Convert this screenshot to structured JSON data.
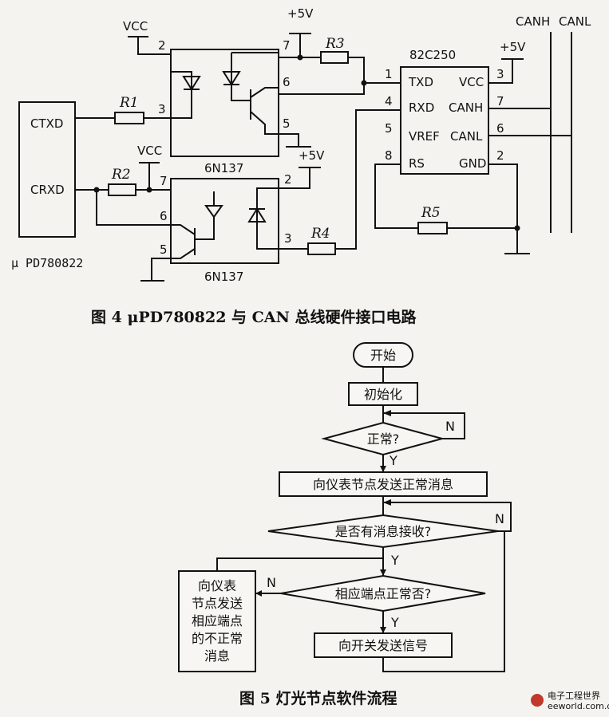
{
  "figure4": {
    "caption": "图 4 μPD780822 与 CAN 总线硬件接口电路",
    "mcu": {
      "name": "μ PD780822",
      "pin_ctxd": "CTXD",
      "pin_crxd": "CRXD"
    },
    "optocoupler_top": {
      "name": "6N137",
      "pin2": "2",
      "pin3": "3",
      "pin5": "5",
      "pin6": "6",
      "pin7": "7"
    },
    "optocoupler_bottom": {
      "name": "6N137",
      "pin2": "2",
      "pin3": "3",
      "pin5": "5",
      "pin6": "6",
      "pin7": "7"
    },
    "transceiver": {
      "name": "82C250",
      "left_pins": [
        {
          "num": "1",
          "label": "TXD"
        },
        {
          "num": "4",
          "label": "RXD"
        },
        {
          "num": "5",
          "label": "VREF"
        },
        {
          "num": "8",
          "label": "RS"
        }
      ],
      "right_pins": [
        {
          "num": "3",
          "label": "VCC"
        },
        {
          "num": "7",
          "label": "CANH"
        },
        {
          "num": "6",
          "label": "CANL"
        },
        {
          "num": "2",
          "label": "GND"
        }
      ]
    },
    "resistors": [
      "R1",
      "R2",
      "R3",
      "R4",
      "R5"
    ],
    "supplies": {
      "vcc1": "VCC",
      "vcc2": "VCC",
      "p5v1": "+5V",
      "p5v2": "+5V",
      "p5v3": "+5V"
    },
    "bus_lines": {
      "canh": "CANH",
      "canl": "CANL"
    }
  },
  "figure5": {
    "caption": "图 5 灯光节点软件流程",
    "start": "开始",
    "init": "初始化",
    "check_normal": "正常?",
    "send_normal": "向仪表节点发送正常消息",
    "check_received": "是否有消息接收?",
    "check_endpoint": "相应端点正常否?",
    "send_switch": "向开关发送信号",
    "send_abnormal_lines": [
      "向仪表",
      "节点发送",
      "相应端点",
      "的不正常",
      "消息"
    ],
    "yes": "Y",
    "no": "N"
  },
  "watermark": {
    "name": "电子工程世界",
    "url": "eeworld.com.cn"
  },
  "colors": {
    "ink": "#111111",
    "paper": "#f4f3ef",
    "watermark_red": "#c0392b"
  }
}
